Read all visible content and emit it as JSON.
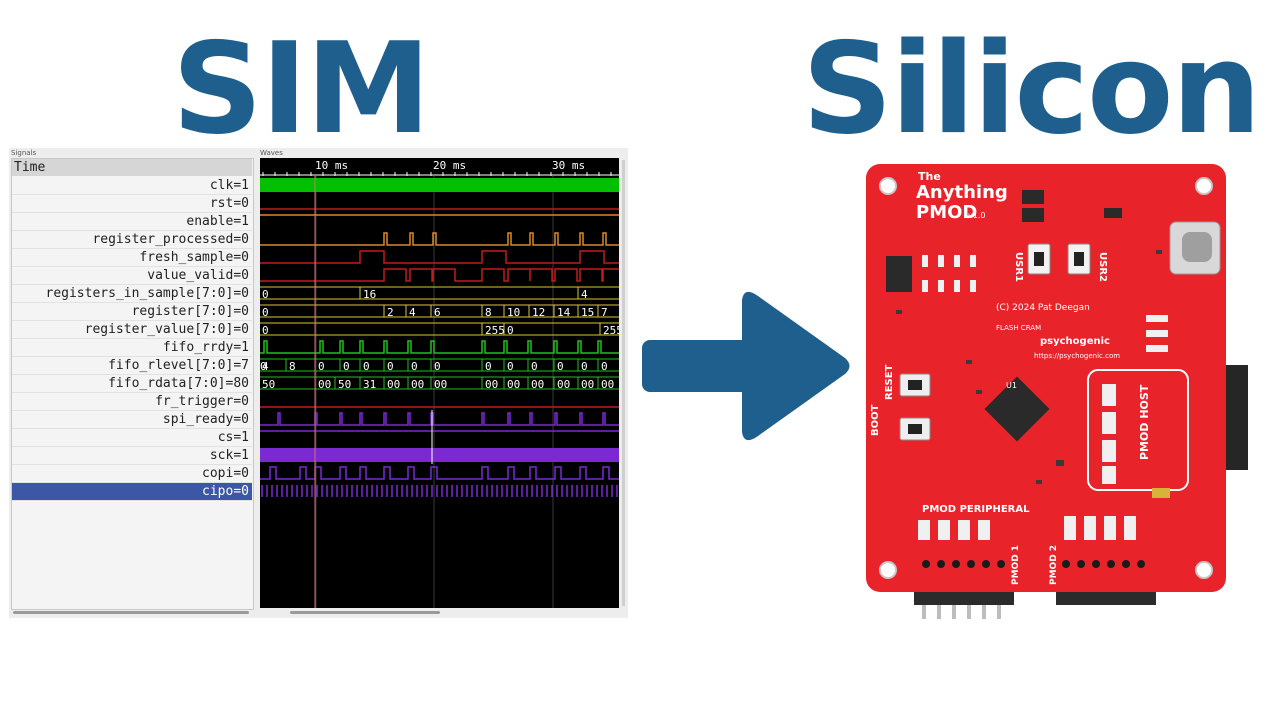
{
  "titles": {
    "sim": "SIM",
    "silicon": "Silicon"
  },
  "gtkwave": {
    "signals_label": "Signals",
    "waves_label": "Waves",
    "time_header": "Time",
    "time_ticks": [
      "10 ms",
      "20 ms",
      "30 ms"
    ],
    "signals": [
      "clk=1",
      "rst=0",
      "enable=1",
      "register_processed=0",
      "fresh_sample=0",
      "value_valid=0",
      "registers_in_sample[7:0]=0",
      "register[7:0]=0",
      "register_value[7:0]=0",
      "fifo_rrdy=1",
      "fifo_rlevel[7:0]=7",
      "fifo_rdata[7:0]=80",
      "fr_trigger=0",
      "spi_ready=0",
      "cs=1",
      "sck=1",
      "copi=0",
      "cipo=0"
    ],
    "selected_signal": "cipo=0",
    "bus_values": {
      "registers_in_sample": [
        "0",
        "16",
        "4"
      ],
      "register": [
        "0",
        "2",
        "4",
        "6",
        "8",
        "10",
        "12",
        "14",
        "15",
        "7"
      ],
      "register_value": [
        "0",
        "255",
        "0",
        "255"
      ],
      "fifo_rlevel": [
        "4",
        "8",
        "0",
        "0",
        "0",
        "0",
        "0",
        "0",
        "0",
        "0",
        "0",
        "0",
        "0",
        "0",
        "0"
      ],
      "fifo_rdata": [
        "50",
        "00",
        "50",
        "31",
        "00",
        "00",
        "00",
        "00",
        "00",
        "00",
        "00",
        "00",
        "00"
      ]
    },
    "colors": {
      "clk": "#00c000",
      "orange": "#d98a2a",
      "red": "#c41a1a",
      "yellow": "#d8c83a",
      "green": "#22c020",
      "purple": "#7a2ad0",
      "cursor": "#d87070"
    }
  },
  "board": {
    "title_line1": "The",
    "title_line2": "Anything",
    "title_line3": "PMOD",
    "version": "v1.0",
    "copyright": "(C) 2024 Pat Deegan",
    "brand": "psychogenic",
    "url": "https://psychogenic.com",
    "labels": {
      "usr1": "USR1",
      "usr2": "USR2",
      "boot": "BOOT",
      "reset": "RESET",
      "pmod_host": "PMOD HOST",
      "pmod_peripheral": "PMOD PERIPHERAL",
      "pmod1": "PMOD 1",
      "pmod2": "PMOD 2",
      "flash": "FLASH CRAM",
      "u1": "U1"
    },
    "colors": {
      "pcb": "#e8232a",
      "silk": "#ffffff",
      "chip": "#2a2a2a"
    }
  },
  "arrow": {
    "color": "#1e5f8e"
  }
}
